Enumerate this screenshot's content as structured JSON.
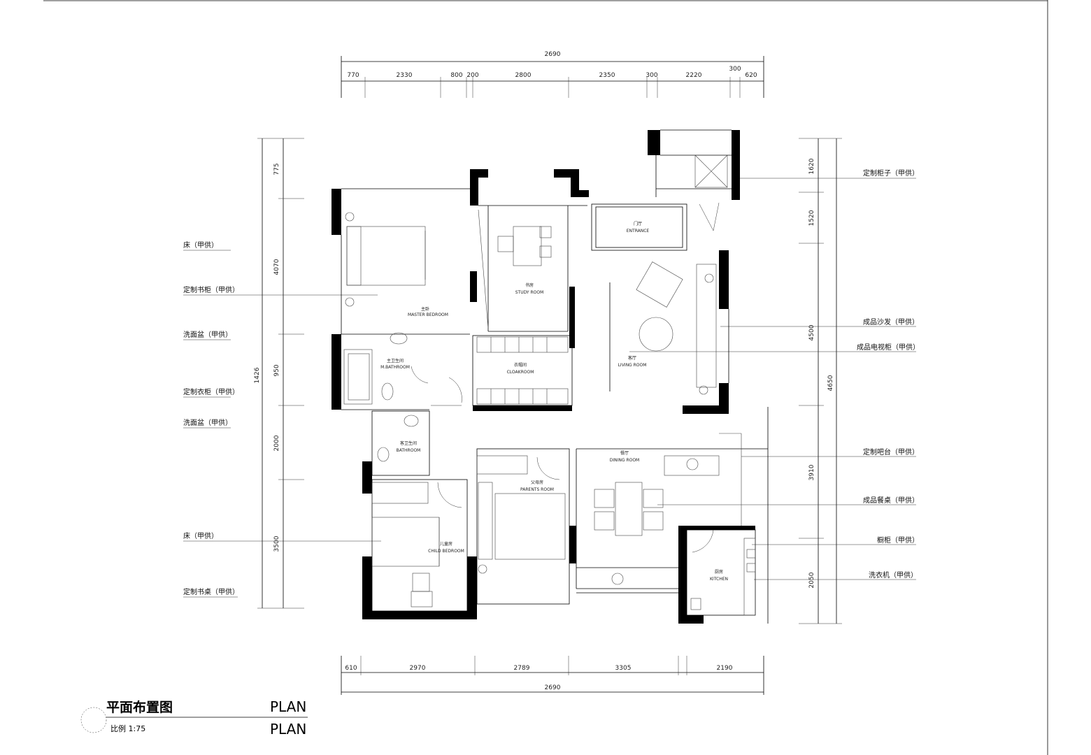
{
  "drawing": {
    "title_cn": "平面布置图",
    "title_en": "PLAN",
    "scale_label": "比例 1:75",
    "plan_label_2": "PLAN"
  },
  "top_dims": {
    "total": "2690",
    "segments": [
      "770",
      "2330",
      "800",
      "200",
      "2800",
      "2350",
      "300",
      "2220",
      "300",
      "620"
    ]
  },
  "bottom_dims": {
    "total": "2690",
    "segments": [
      "610",
      "2970",
      "2789",
      "3305",
      "2190"
    ]
  },
  "left_dims": {
    "total": "1426",
    "segments": [
      "775",
      "4070",
      "950",
      "2000",
      "3500"
    ]
  },
  "right_dims": {
    "total": "4650",
    "segments": [
      "1620",
      "1520",
      "4500",
      "3910",
      "2050"
    ]
  },
  "left_labels": [
    "床（甲供）",
    "定制书柜（甲供）",
    "洗面盆（甲供）",
    "定制衣柜（甲供）",
    "洗面盆（甲供）",
    "床（甲供）",
    "定制书桌（甲供）"
  ],
  "right_labels": [
    "定制柜子（甲供）",
    "成品沙发（甲供）",
    "成品电视柜（甲供）",
    "定制吧台（甲供）",
    "成品餐桌（甲供）",
    "橱柜（甲供）",
    "洗衣机（甲供）"
  ],
  "rooms": {
    "entrance_cn": "门厅",
    "entrance_en": "ENTRANCE",
    "study_cn": "书房",
    "study_en": "STUDY ROOM",
    "master_cn": "主卧",
    "master_en": "MASTER BEDROOM",
    "master_bath_cn": "主卫生间",
    "master_bath_en": "M.BATHROOM",
    "cloak_cn": "衣帽间",
    "cloak_en": "CLOAKROOM",
    "living_cn": "客厅",
    "living_en": "LIVING ROOM",
    "bath_cn": "客卫生间",
    "bath_en": "BATHROOM",
    "dining_cn": "餐厅",
    "dining_en": "DINING ROOM",
    "parents_cn": "父母房",
    "parents_en": "PARENTS ROOM",
    "child_cn": "儿童房",
    "child_en": "CHILD BEDROOM",
    "kitchen_cn": "厨房",
    "kitchen_en": "KITCHEN"
  }
}
